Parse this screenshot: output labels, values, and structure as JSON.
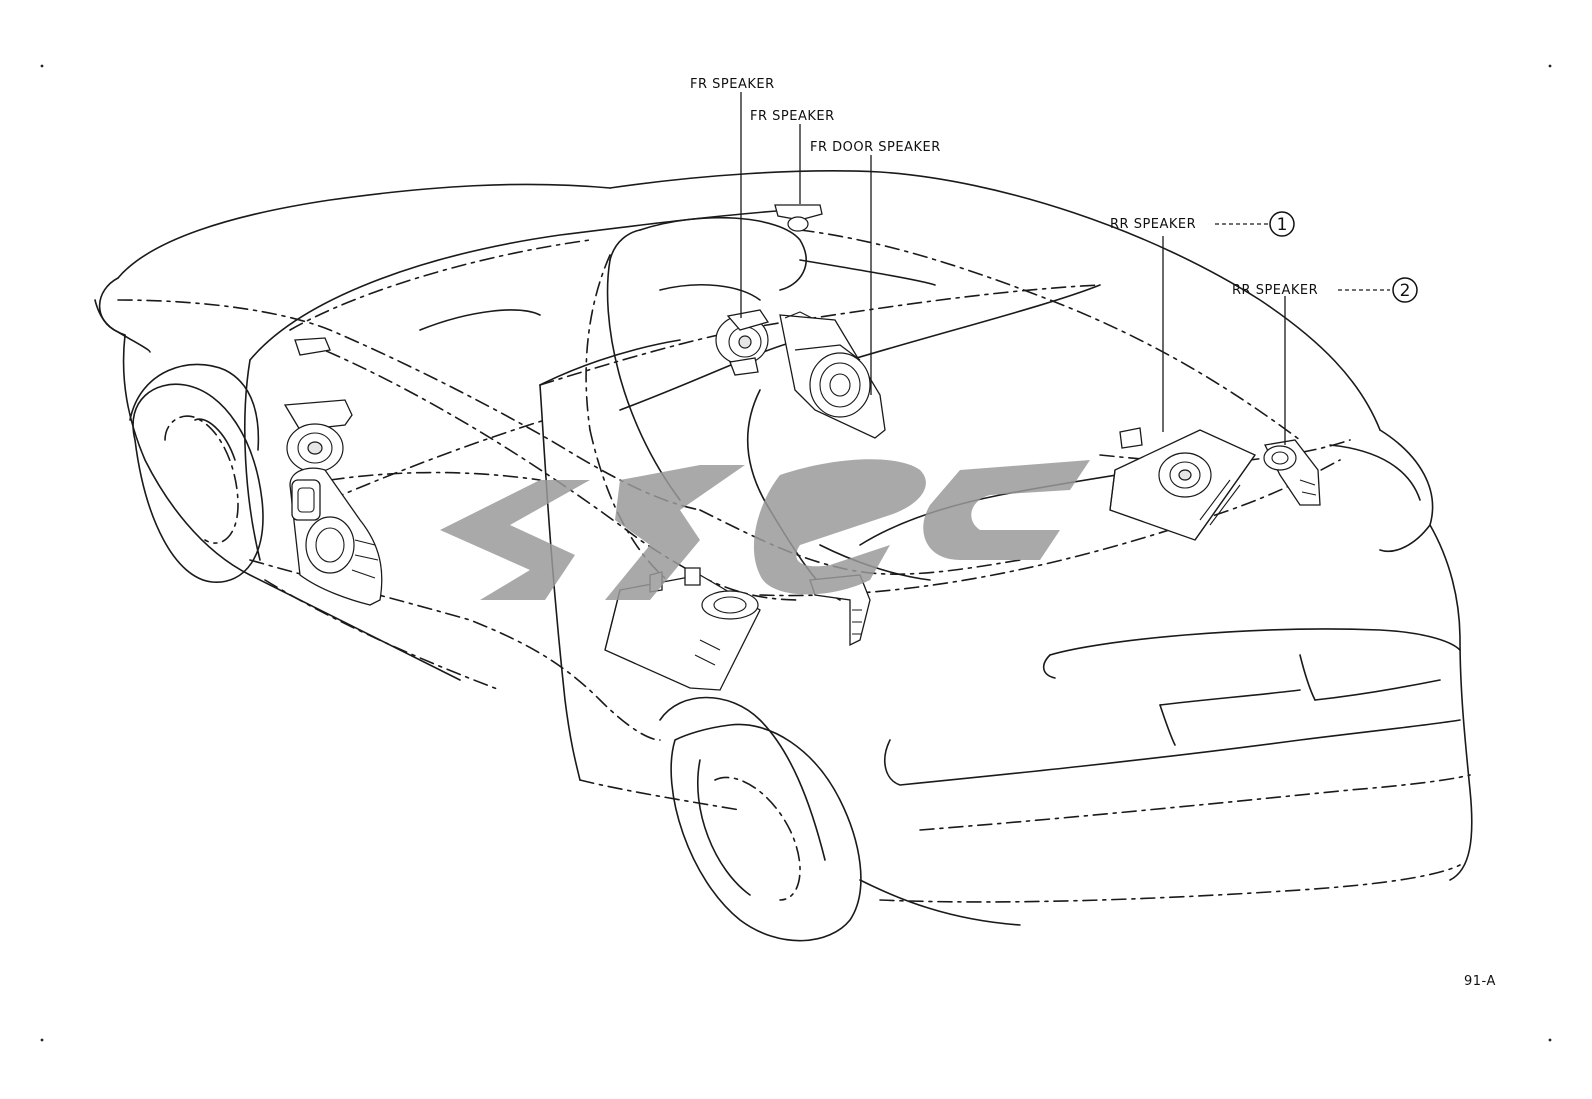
{
  "labels": {
    "fr_speaker_1": "FR SPEAKER",
    "fr_speaker_2": "FR SPEAKER",
    "fr_door_speaker": "FR DOOR SPEAKER",
    "rr_speaker_1": "RR SPEAKER",
    "rr_speaker_1_num": "1",
    "rr_speaker_2": "RR SPEAKER",
    "rr_speaker_2_num": "2"
  },
  "figure_code": "91-A",
  "colors": {
    "line": "#1a1a1a",
    "watermark": "#9a9a9a",
    "background": "#ffffff"
  }
}
